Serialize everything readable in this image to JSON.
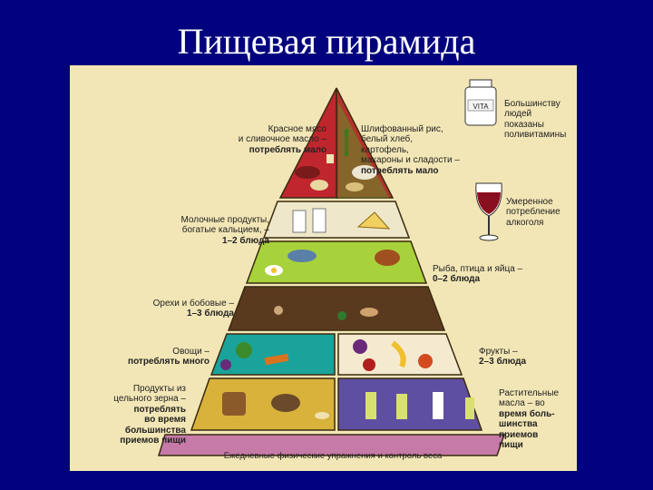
{
  "slide": {
    "title": "Пищевая пирамида"
  },
  "colors": {
    "background": "#02027e",
    "panel": "#f3e6b6",
    "tier_red": "#c0262d",
    "tier_cream": "#efe7c9",
    "tier_green": "#a7d23b",
    "tier_brown": "#5a3a1e",
    "tier_teal": "#1aa39a",
    "tier_yellow": "#d9b23c",
    "tier_purple": "#5f4fa2",
    "base_pink": "#c57aa8"
  },
  "labels": {
    "red_meat": {
      "text": "Красное мясо\nи сливочное масло –",
      "emph": "потреблять мало"
    },
    "refined": {
      "text": "Шлифованный рис,\nбелый хлеб,\nкартофель,\nмакароны и сладости –",
      "emph": "потреблять мало"
    },
    "vitamins": {
      "text": "Большинству\nлюдей\nпоказаны\nполивитамины"
    },
    "alcohol": {
      "text": "Умеренное\nпотребление\nалкоголя"
    },
    "dairy": {
      "text": "Молочные продукты,\nбогатые кальцием, –",
      "emph": "1–2 блюда"
    },
    "fish": {
      "text": "Рыба, птица и яйца –",
      "emph": "0–2 блюда"
    },
    "nuts": {
      "text": "Орехи и бобовые –",
      "emph": "1–3 блюда"
    },
    "vegetables": {
      "text": "Овощи –",
      "emph": "потреблять много"
    },
    "fruits": {
      "text": "Фрукты –",
      "emph": "2–3 блюда"
    },
    "whole_grain": {
      "text": "Продукты из\nцельного зерна –",
      "emph": "потреблять\nво время\nбольшинства\nприемов пищи"
    },
    "oils": {
      "text": "Растительные\nмасла – во",
      "emph": "время боль-\nшинства\nприемов\nпищи"
    },
    "base": {
      "text": "Ежедневные физические упражнения и контроль веса"
    },
    "vita_bottle": {
      "text": "VITA"
    }
  }
}
